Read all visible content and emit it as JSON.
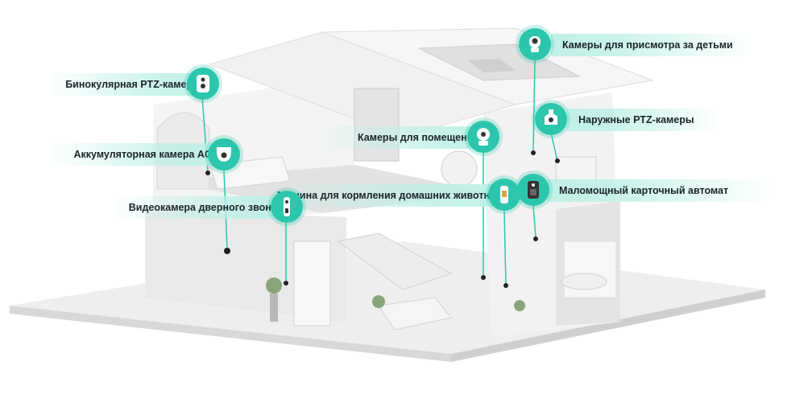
{
  "accent_color": "#2cc6ad",
  "labels": {
    "baby_camera": "Камеры для присмотра за детьми",
    "binocular_ptz": "Бинокулярная PTZ-камера",
    "outdoor_ptz": "Наружные PTZ-камеры",
    "indoor_cameras": "Камеры для помещений",
    "battery_aov": "Аккумуляторная камера AOV",
    "pet_feeder": "Машина для кормления домашних животных",
    "card_machine": "Маломощный карточный автомат",
    "doorbell_camera": "Видеокамера дверного звонка"
  },
  "icons": {
    "baby_camera": "baby-camera-icon",
    "binocular_ptz": "binocular-camera-icon",
    "outdoor_ptz": "outdoor-ptz-camera-icon",
    "indoor_cameras": "indoor-camera-icon",
    "battery_aov": "dome-camera-icon",
    "pet_feeder": "pet-feeder-icon",
    "card_machine": "card-machine-icon",
    "doorbell_camera": "doorbell-camera-icon"
  }
}
